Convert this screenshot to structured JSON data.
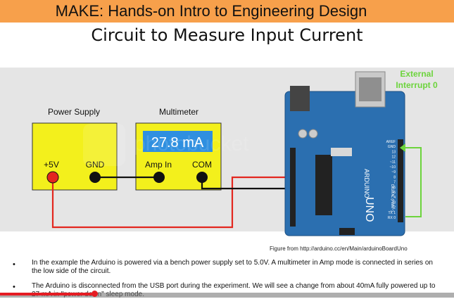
{
  "header": {
    "title": "MAKE: Hands-on Intro to Engineering Design"
  },
  "slide": {
    "subtitle": "Circuit to Measure Input Current"
  },
  "diagram": {
    "power_supply_label": "Power Supply",
    "multimeter_label": "Multimeter",
    "reading": "27.8 mA",
    "plus_5v": "+5V",
    "gnd": "GND",
    "amp_in": "Amp In",
    "com": "COM",
    "external_interrupt_line1": "External",
    "external_interrupt_line2": "Interrupt 0",
    "board_text_arduino": "ARDUINO",
    "board_text_uno": "UNO",
    "board_text_digital": "DIGITAL (PWM~)",
    "pin_labels": [
      "AREF",
      "GND",
      "13",
      "12",
      "~11",
      "~10",
      "~9",
      "8",
      "7",
      "~6",
      "~5",
      "4",
      "~3",
      "2",
      "TX 1",
      "RX 0"
    ],
    "colors": {
      "box": "#f3f01c",
      "display": "#2f8fe0",
      "wire_red": "#e3271f",
      "wire_black": "#111111",
      "interrupt_green": "#6cd43c",
      "board": "#2b6fb0"
    }
  },
  "caption": "Figure from http://arduino.cc/en/Main/arduinoBoardUno",
  "bullets": [
    "In the example the Arduino is powered via a bench power supply set to 5.0V. A multimeter in Amp mode is connected in series on the low side of the circuit.",
    "The Arduino is disconnected from the USB port during the experiment. We will see a change from about 40mA fully powered up to 27 mA in \"power down\" sleep mode."
  ],
  "bullet_glyph": "•",
  "video": {
    "progress": 0.21
  }
}
